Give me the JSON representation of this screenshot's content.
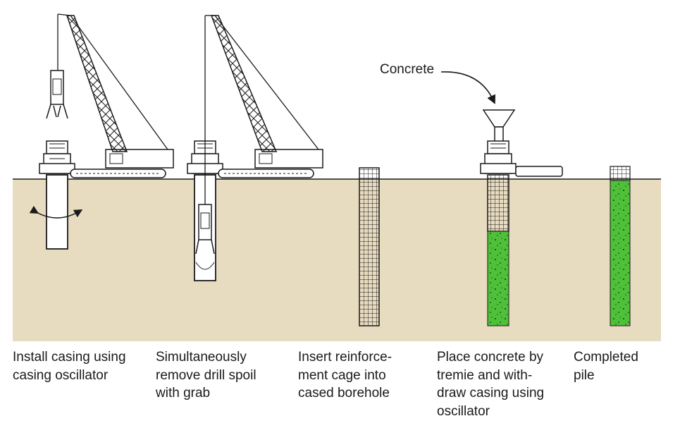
{
  "labels": {
    "concrete": "Concrete"
  },
  "captions": [
    "Install casing using\ncasing oscillator",
    "Simultaneously\nremove drill spoil\nwith grab",
    "Insert reinforce-\nment cage into\ncased borehole",
    "Place concrete by\ntremie and with-\ndraw casing using\noscillator",
    "Completed\npile"
  ],
  "colors": {
    "ground": "#e8dcc0",
    "concrete": "#4fc03a",
    "line": "#1a1a1a"
  },
  "icons": [
    "crane-icon",
    "grab-bucket-icon",
    "casing-oscillator-icon",
    "tremie-hopper-icon",
    "reinforcement-cage-icon",
    "rotation-arrow-icon"
  ]
}
